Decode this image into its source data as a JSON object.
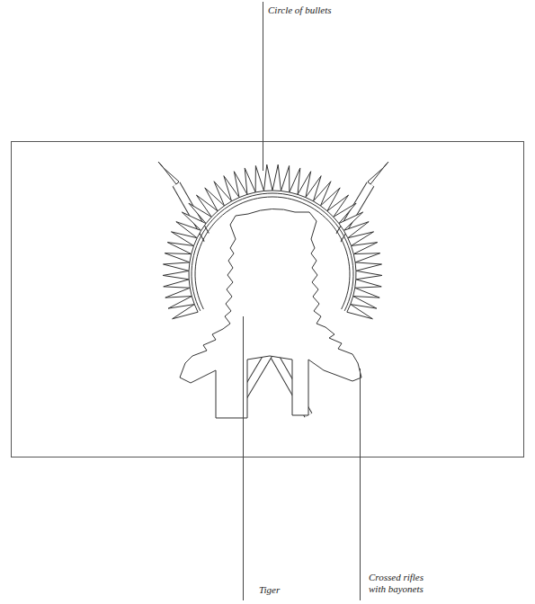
{
  "diagram": {
    "labels": [
      "Circle of bullets",
      "Tiger",
      "Crossed rifles with bayonets"
    ]
  }
}
